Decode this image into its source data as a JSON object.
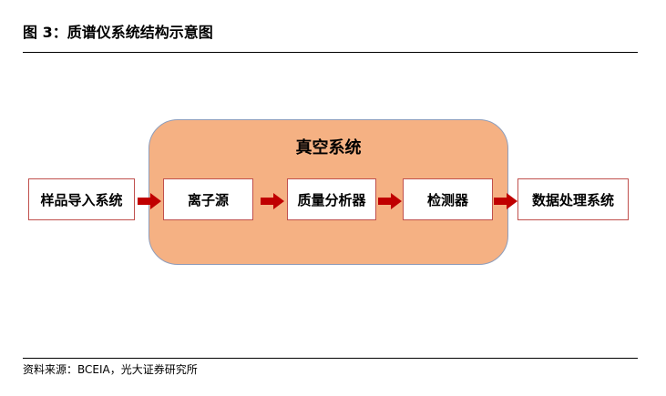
{
  "header": {
    "title": "图 3：质谱仪系统结构示意图"
  },
  "diagram": {
    "container_label": "真空系统",
    "nodes": [
      {
        "id": "sample_intro",
        "label": "样品导入系统"
      },
      {
        "id": "ion_source",
        "label": "离子源"
      },
      {
        "id": "mass_analyzer",
        "label": "质量分析器"
      },
      {
        "id": "detector",
        "label": "检测器"
      },
      {
        "id": "data_system",
        "label": "数据处理系统"
      }
    ],
    "edges": [
      {
        "from": "sample_intro",
        "to": "ion_source"
      },
      {
        "from": "ion_source",
        "to": "mass_analyzer"
      },
      {
        "from": "mass_analyzer",
        "to": "detector"
      },
      {
        "from": "detector",
        "to": "data_system"
      }
    ],
    "colors": {
      "container_fill": "#f5b183",
      "container_border": "#8e9dbb",
      "node_border": "#c0504d",
      "arrow": "#c00000"
    }
  },
  "footer": {
    "source": "资料来源：BCEIA，光大证券研究所"
  }
}
